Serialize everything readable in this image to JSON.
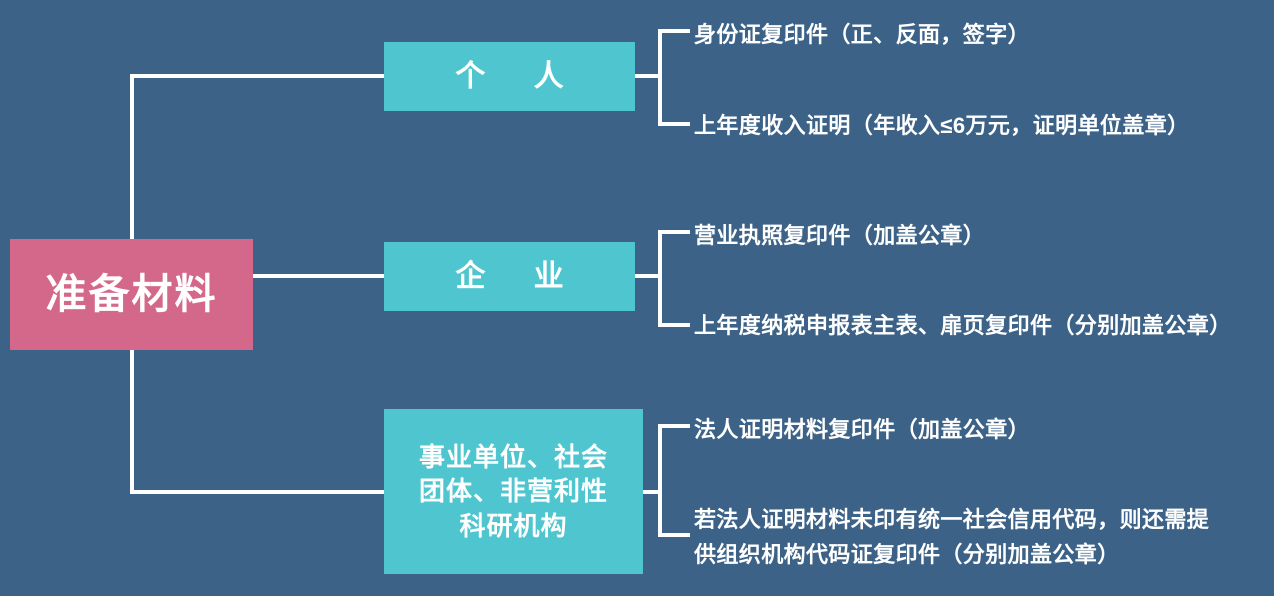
{
  "diagram": {
    "title": "准备材料",
    "background_color": "#3c6287",
    "root_color": "#d4688a",
    "branch_color": "#4fc6cf",
    "connector_color": "#ffffff",
    "root": {
      "label": "准备材料"
    },
    "branches": [
      {
        "label": "个 人",
        "items": [
          "身份证复印件（正、反面，签字）",
          "上年度收入证明（年收入≤6万元，证明单位盖章）"
        ]
      },
      {
        "label": "企 业",
        "items": [
          "营业执照复印件（加盖公章）",
          "上年度纳税申报表主表、扉页复印件（分别加盖公章）"
        ]
      },
      {
        "label": "事业单位、社会\n团体、非营利性\n科研机构",
        "items": [
          "法人证明材料复印件（加盖公章）",
          "若法人证明材料未印有统一社会信用代码，则还需提\n供组织机构代码证复印件（分别加盖公章）"
        ]
      }
    ]
  }
}
